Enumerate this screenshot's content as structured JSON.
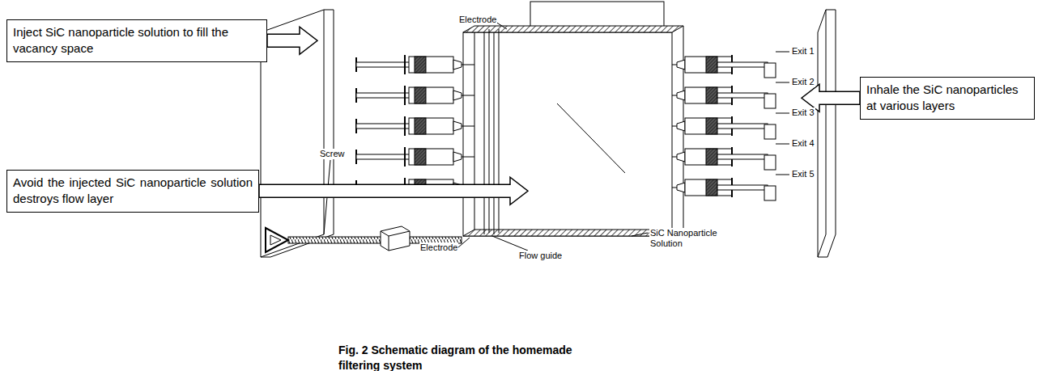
{
  "diagram": {
    "caption": "Fig. 2 Schematic diagram of the homemade filtering system",
    "nodes": [
      {
        "text": [
          "Inject SiC nanoparticle solution to fill the vacancy space"
        ]
      },
      {
        "text": [
          "Avoid the injected SiC nanoparticle solution destroys flow layer"
        ]
      },
      {
        "text": [
          "Inhale the SiC nanoparticles at various layers"
        ]
      }
    ],
    "labels": [
      "Electrode",
      "Exit 1",
      "Exit 2",
      "Exit 3",
      "Exit 4",
      "Exit 5",
      "Screw",
      "Electrode",
      "Flow guide",
      "SiC Nanoparticle Solution"
    ]
  }
}
